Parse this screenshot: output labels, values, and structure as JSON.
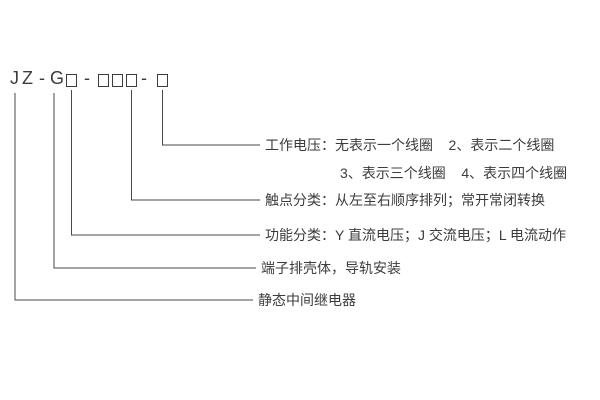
{
  "page": {
    "background": "#ffffff",
    "text_color": "#3c3c3c",
    "line_color": "#4a4a4a"
  },
  "model_code": {
    "full_text": "JZ-G□-□□□-□",
    "prefix": "JZ",
    "dash1": "-",
    "function_letter": "G",
    "dash2": "-",
    "dash3": "-",
    "placeholder_symbol": "□"
  },
  "callouts": {
    "working_voltage": {
      "line1": "工作电压：无表示一个线圈    2、表示二个线圈",
      "line2": "3、表示三个线圈    4、表示四个线圈"
    },
    "contact_class": {
      "line1": "触点分类：从左至右顺序排列；常开常闭转换"
    },
    "function_class": {
      "line1": "功能分类：Y 直流电压；J 交流电压；L 电流动作"
    },
    "housing": {
      "line1": "端子排壳体，导轨安装"
    },
    "relay_name": {
      "line1": "静态中间继电器"
    }
  }
}
